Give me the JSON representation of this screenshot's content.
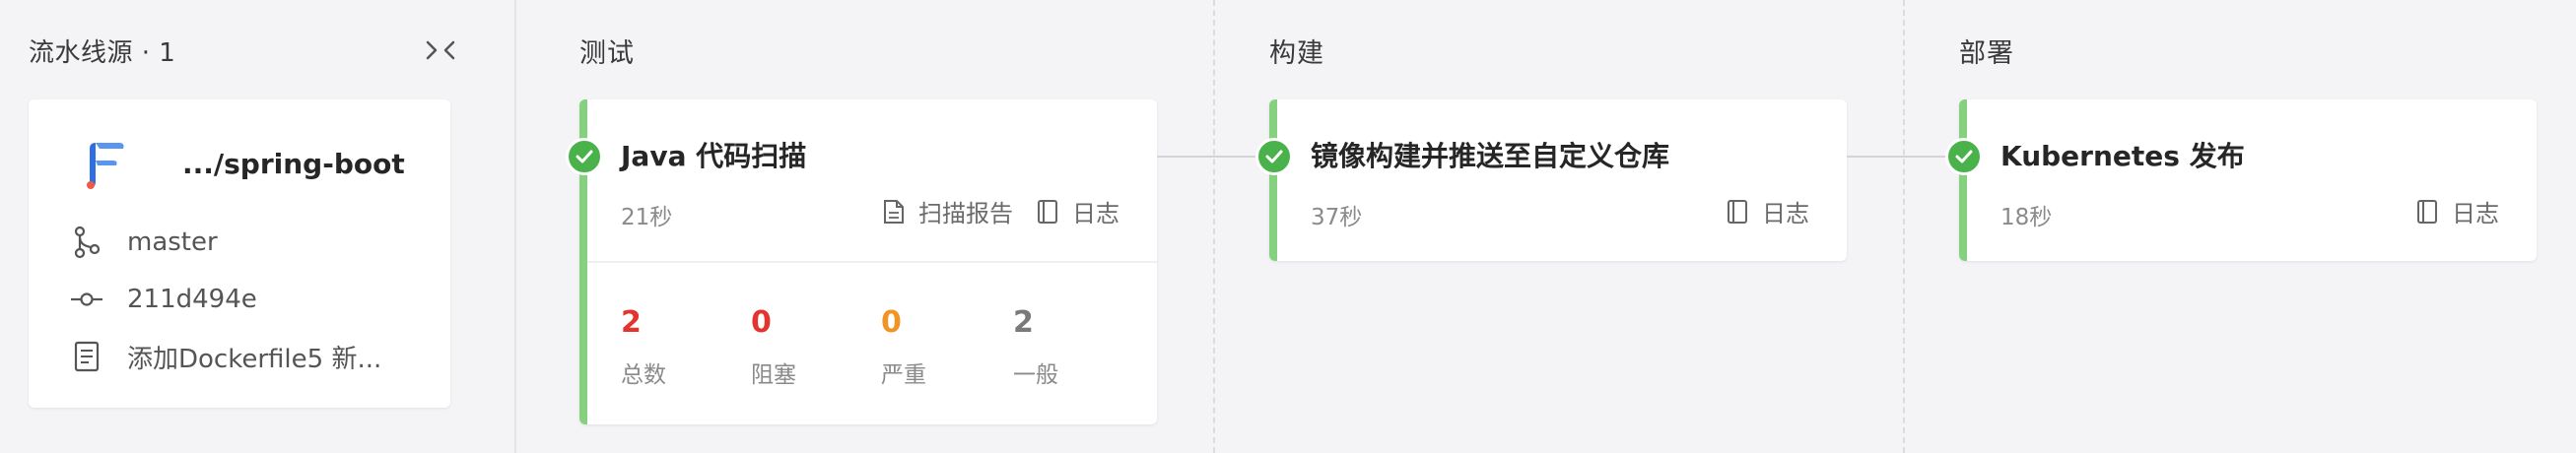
{
  "source": {
    "title": "流水线源 · 1",
    "repo_name": ".../spring-boot",
    "branch": "master",
    "commit": "211d494e",
    "message": "添加Dockerfile5 新..."
  },
  "stages": [
    {
      "title": "测试",
      "jobs": [
        {
          "name": "Java 代码扫描",
          "duration": "21秒",
          "actions": {
            "report": "扫描报告",
            "log": "日志"
          },
          "stats": [
            {
              "value": "2",
              "label": "总数",
              "color": "#e3352d"
            },
            {
              "value": "0",
              "label": "阻塞",
              "color": "#e3352d"
            },
            {
              "value": "0",
              "label": "严重",
              "color": "#f29423"
            },
            {
              "value": "2",
              "label": "一般",
              "color": "#7a7a7a"
            }
          ]
        }
      ]
    },
    {
      "title": "构建",
      "jobs": [
        {
          "name": "镜像构建并推送至自定义仓库",
          "duration": "37秒",
          "actions": {
            "log": "日志"
          }
        }
      ]
    },
    {
      "title": "部署",
      "jobs": [
        {
          "name": "Kubernetes 发布",
          "duration": "18秒",
          "actions": {
            "log": "日志"
          }
        }
      ]
    }
  ],
  "colors": {
    "success": "#4ab24a",
    "accent_bar": "#86d17f",
    "brand_logo": "#2f6fe4"
  },
  "icons": {
    "collapse": "collapse-arrows-icon",
    "branch": "git-branch-icon",
    "commit": "git-commit-icon",
    "message": "document-icon",
    "report": "file-report-icon",
    "log": "book-icon",
    "success": "check-circle-icon"
  }
}
